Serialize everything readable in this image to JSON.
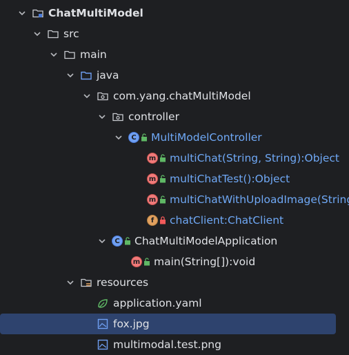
{
  "tree": {
    "project": "ChatMultiModel",
    "src": "src",
    "main": "main",
    "java": "java",
    "package": "com.yang.chatMultiModel",
    "controller": "controller",
    "controller_class": "MultiModelController",
    "methods": [
      "multiChat(String, String):Object",
      "multiChatTest():Object",
      "multiChatWithUploadImage(String"
    ],
    "field": "chatClient:ChatClient",
    "app_class": "ChatMultiModelApplication",
    "app_method": "main(String[]):void",
    "resources": "resources",
    "files": [
      "application.yaml",
      "fox.jpg",
      "multimodal.test.png"
    ],
    "selected": "fox.jpg"
  },
  "colors": {
    "background": "#1e1f22",
    "selection": "#2e436e",
    "text": "#dfe1e5",
    "link_blue": "#6fa8f5",
    "method_red": "#f27a7a",
    "class_blue": "#6f9ff2",
    "field_orange": "#e1a05f",
    "access_green": "#5fb865"
  }
}
